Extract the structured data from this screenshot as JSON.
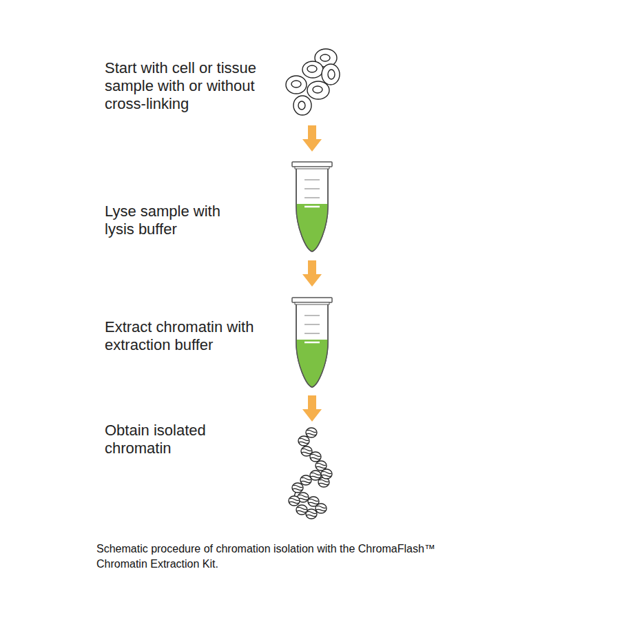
{
  "diagram": {
    "caption": "Schematic procedure of chromation isolation with the ChromaFlash™ Chromatin Extraction Kit.",
    "labels": [
      "Start with cell or tissue sample with or without cross-linking",
      "Lyse sample with lysis buffer",
      "Extract chromatin with extraction buffer",
      "Obtain isolated chromatin"
    ]
  }
}
